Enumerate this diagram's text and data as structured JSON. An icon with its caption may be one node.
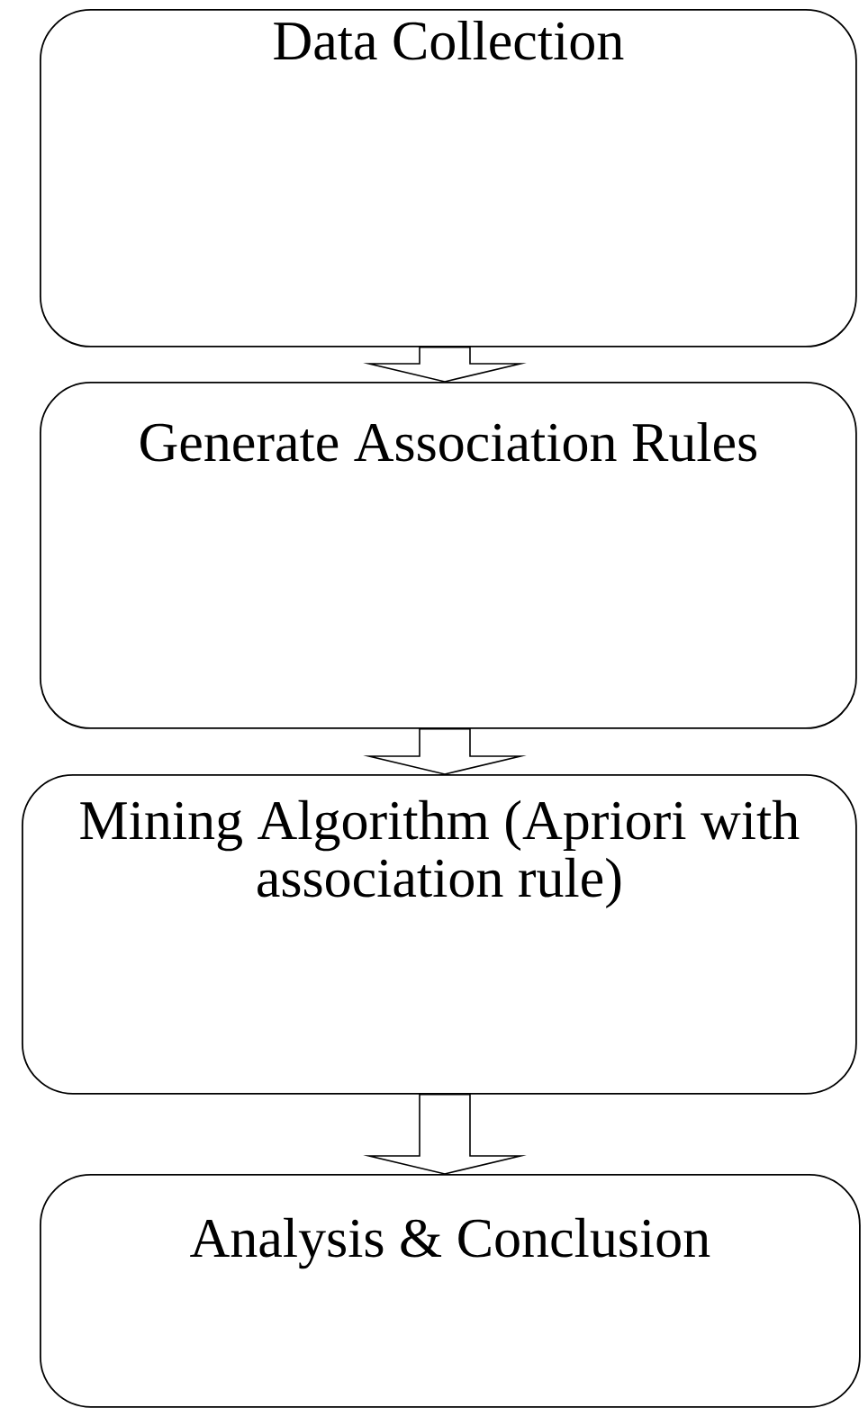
{
  "diagram": {
    "nodes": [
      {
        "text": [
          "Data Collection"
        ]
      },
      {
        "text": [
          "Generate Association Rules"
        ]
      },
      {
        "text": [
          "Mining Algorithm (Apriori with association rule)"
        ]
      },
      {
        "text": [
          "Analysis & Conclusion"
        ]
      }
    ],
    "edges": [
      {
        "from": 0,
        "to": 1,
        "arrow": "to"
      },
      {
        "from": 1,
        "to": 2,
        "arrow": "to"
      },
      {
        "from": 2,
        "to": 3,
        "arrow": "to"
      }
    ]
  }
}
